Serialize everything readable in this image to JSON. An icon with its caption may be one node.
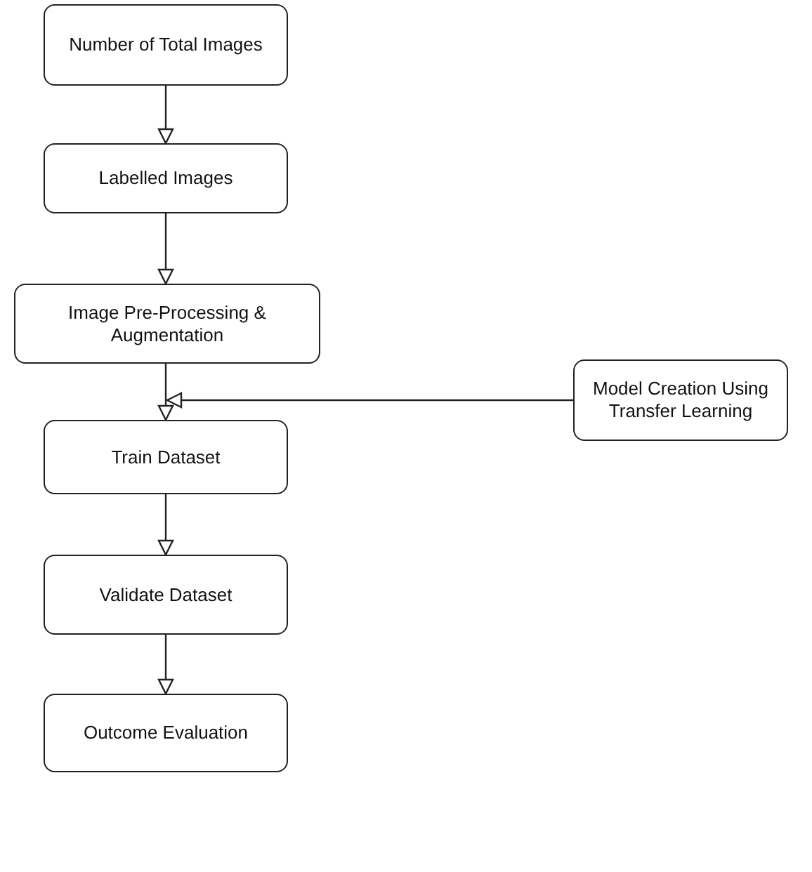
{
  "diagram": {
    "nodes": [
      {
        "text": [
          "Number of Total Images"
        ]
      },
      {
        "text": [
          "Labelled Images"
        ]
      },
      {
        "text": [
          "Image Pre-Processing & Augmentation"
        ]
      },
      {
        "text": [
          "Model Creation Using Transfer Learning"
        ]
      },
      {
        "text": [
          "Train Dataset"
        ]
      },
      {
        "text": [
          "Validate Dataset"
        ]
      },
      {
        "text": [
          "Outcome Evaluation"
        ]
      }
    ],
    "edges": [
      {
        "from": 0,
        "to": 1,
        "arrow": "to"
      },
      {
        "from": 1,
        "to": 2,
        "arrow": "to"
      },
      {
        "from": 2,
        "to": 4,
        "arrow": "to"
      },
      {
        "from": 3,
        "to": 4,
        "arrow": "to"
      },
      {
        "from": 4,
        "to": 5,
        "arrow": "to"
      },
      {
        "from": 5,
        "to": 6,
        "arrow": "to"
      }
    ]
  }
}
